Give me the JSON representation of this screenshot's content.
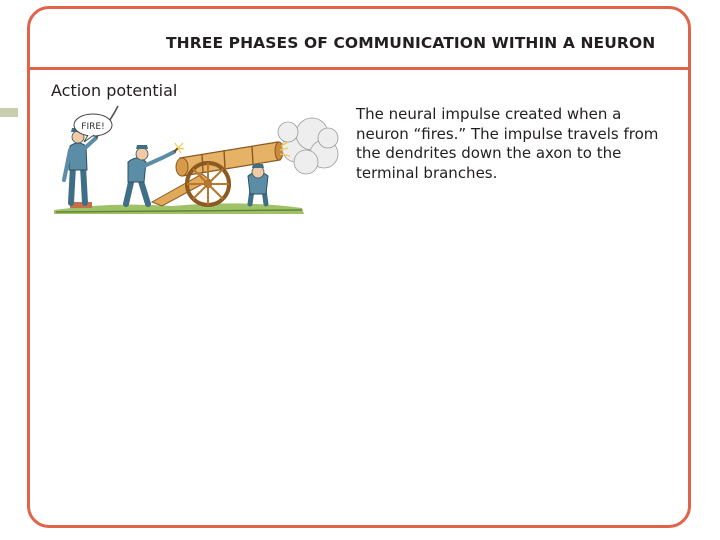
{
  "slide": {
    "title": "THREE PHASES OF COMMUNICATION WITHIN A NEURON",
    "section_label": "Action potential",
    "description": "The neural impulse created when a neuron “fires.” The impulse travels from the dendrites down the axon to the terminal branches.",
    "illustration": {
      "speech_bubble_text": "FIRE!",
      "icon": "cannon-firing-illustration"
    }
  },
  "colors": {
    "frame_border": "#e0644a",
    "side_tab": "#c9cfae",
    "text": "#231f20",
    "cannon": "#e1a95a",
    "soldier": "#5b8ea6",
    "grass": "#8fb64f"
  }
}
